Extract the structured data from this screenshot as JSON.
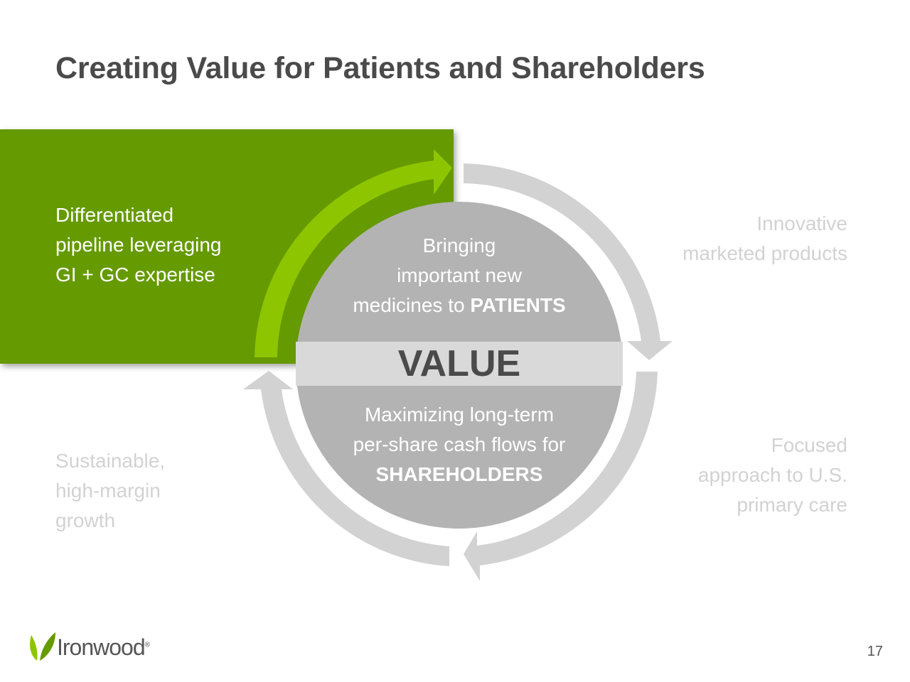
{
  "slide": {
    "title": "Creating Value for Patients and Shareholders",
    "page_number": "17"
  },
  "diagram": {
    "center": {
      "top_lines": [
        "Bringing",
        "important new",
        "medicines to "
      ],
      "top_emphasis": "PATIENTS",
      "value_label": "VALUE",
      "bottom_lines": [
        "Maximizing long-term",
        "per-share cash flows for"
      ],
      "bottom_emphasis": "SHAREHOLDERS"
    },
    "pillars": {
      "top_left": [
        "Differentiated",
        "pipeline leveraging",
        "GI + GC expertise"
      ],
      "top_right": [
        "Innovative",
        "marketed products"
      ],
      "bottom_right": [
        "Focused",
        "approach to U.S.",
        "primary care"
      ],
      "bottom_left": [
        "Sustainable,",
        "high-margin",
        "growth"
      ]
    },
    "active_pillar": "top_left"
  },
  "logo": {
    "name": "Ironwood",
    "mark": "®"
  },
  "colors": {
    "title": "#4a4a4a",
    "highlight_panel": "#659a00",
    "highlight_arrow": "#8dc600",
    "cycle_arrows": "#d2d2d2",
    "center_circle": "#b3b3b3",
    "value_band": "#d9d9d9",
    "muted_text": "#d2d2d2"
  }
}
